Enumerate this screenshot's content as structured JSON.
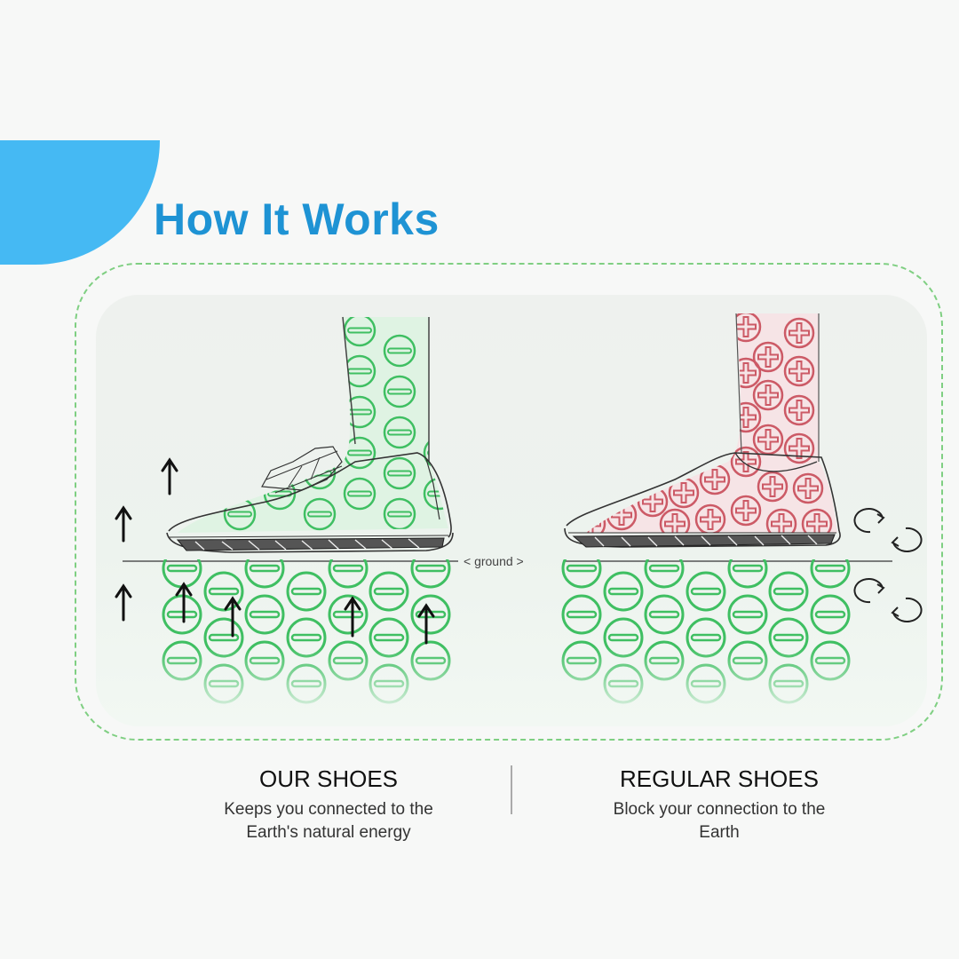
{
  "header": {
    "title": "How It Works"
  },
  "colors": {
    "accent": "#1e93d4",
    "blob": "#45b9f3",
    "frame_dash": "#7fcf82",
    "green": "#3fbf62",
    "red": "#cc5a66"
  },
  "diagram": {
    "ground_label": "< ground >",
    "left": {
      "name": "our-shoe",
      "charge_symbol": "minus",
      "icons": [
        "arrow-up-icon",
        "arrow-up-icon",
        "arrow-up-icon",
        "arrow-up-icon",
        "arrow-up-icon",
        "arrow-up-icon",
        "arrow-up-icon",
        "arrow-up-icon"
      ]
    },
    "right": {
      "name": "regular-shoe",
      "charge_symbol": "plus",
      "icons": [
        "cycle-icon",
        "cycle-icon"
      ]
    }
  },
  "captions": {
    "left": {
      "heading": "OUR SHOES",
      "line1": "Keeps you connected to the",
      "line2": "Earth's natural energy"
    },
    "right": {
      "heading": "REGULAR SHOES",
      "line1": "Block your connection to the",
      "line2": "Earth"
    }
  }
}
